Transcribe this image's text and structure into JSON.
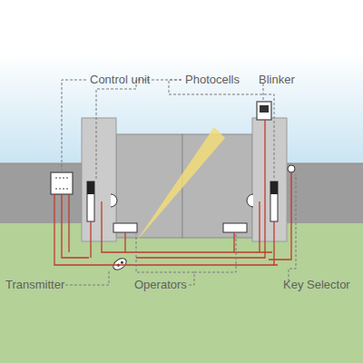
{
  "diagram": {
    "labels": [
      "Control unit",
      "Photocells",
      "Blinker",
      "Transmitter",
      "Operators",
      "Key Selector"
    ]
  }
}
